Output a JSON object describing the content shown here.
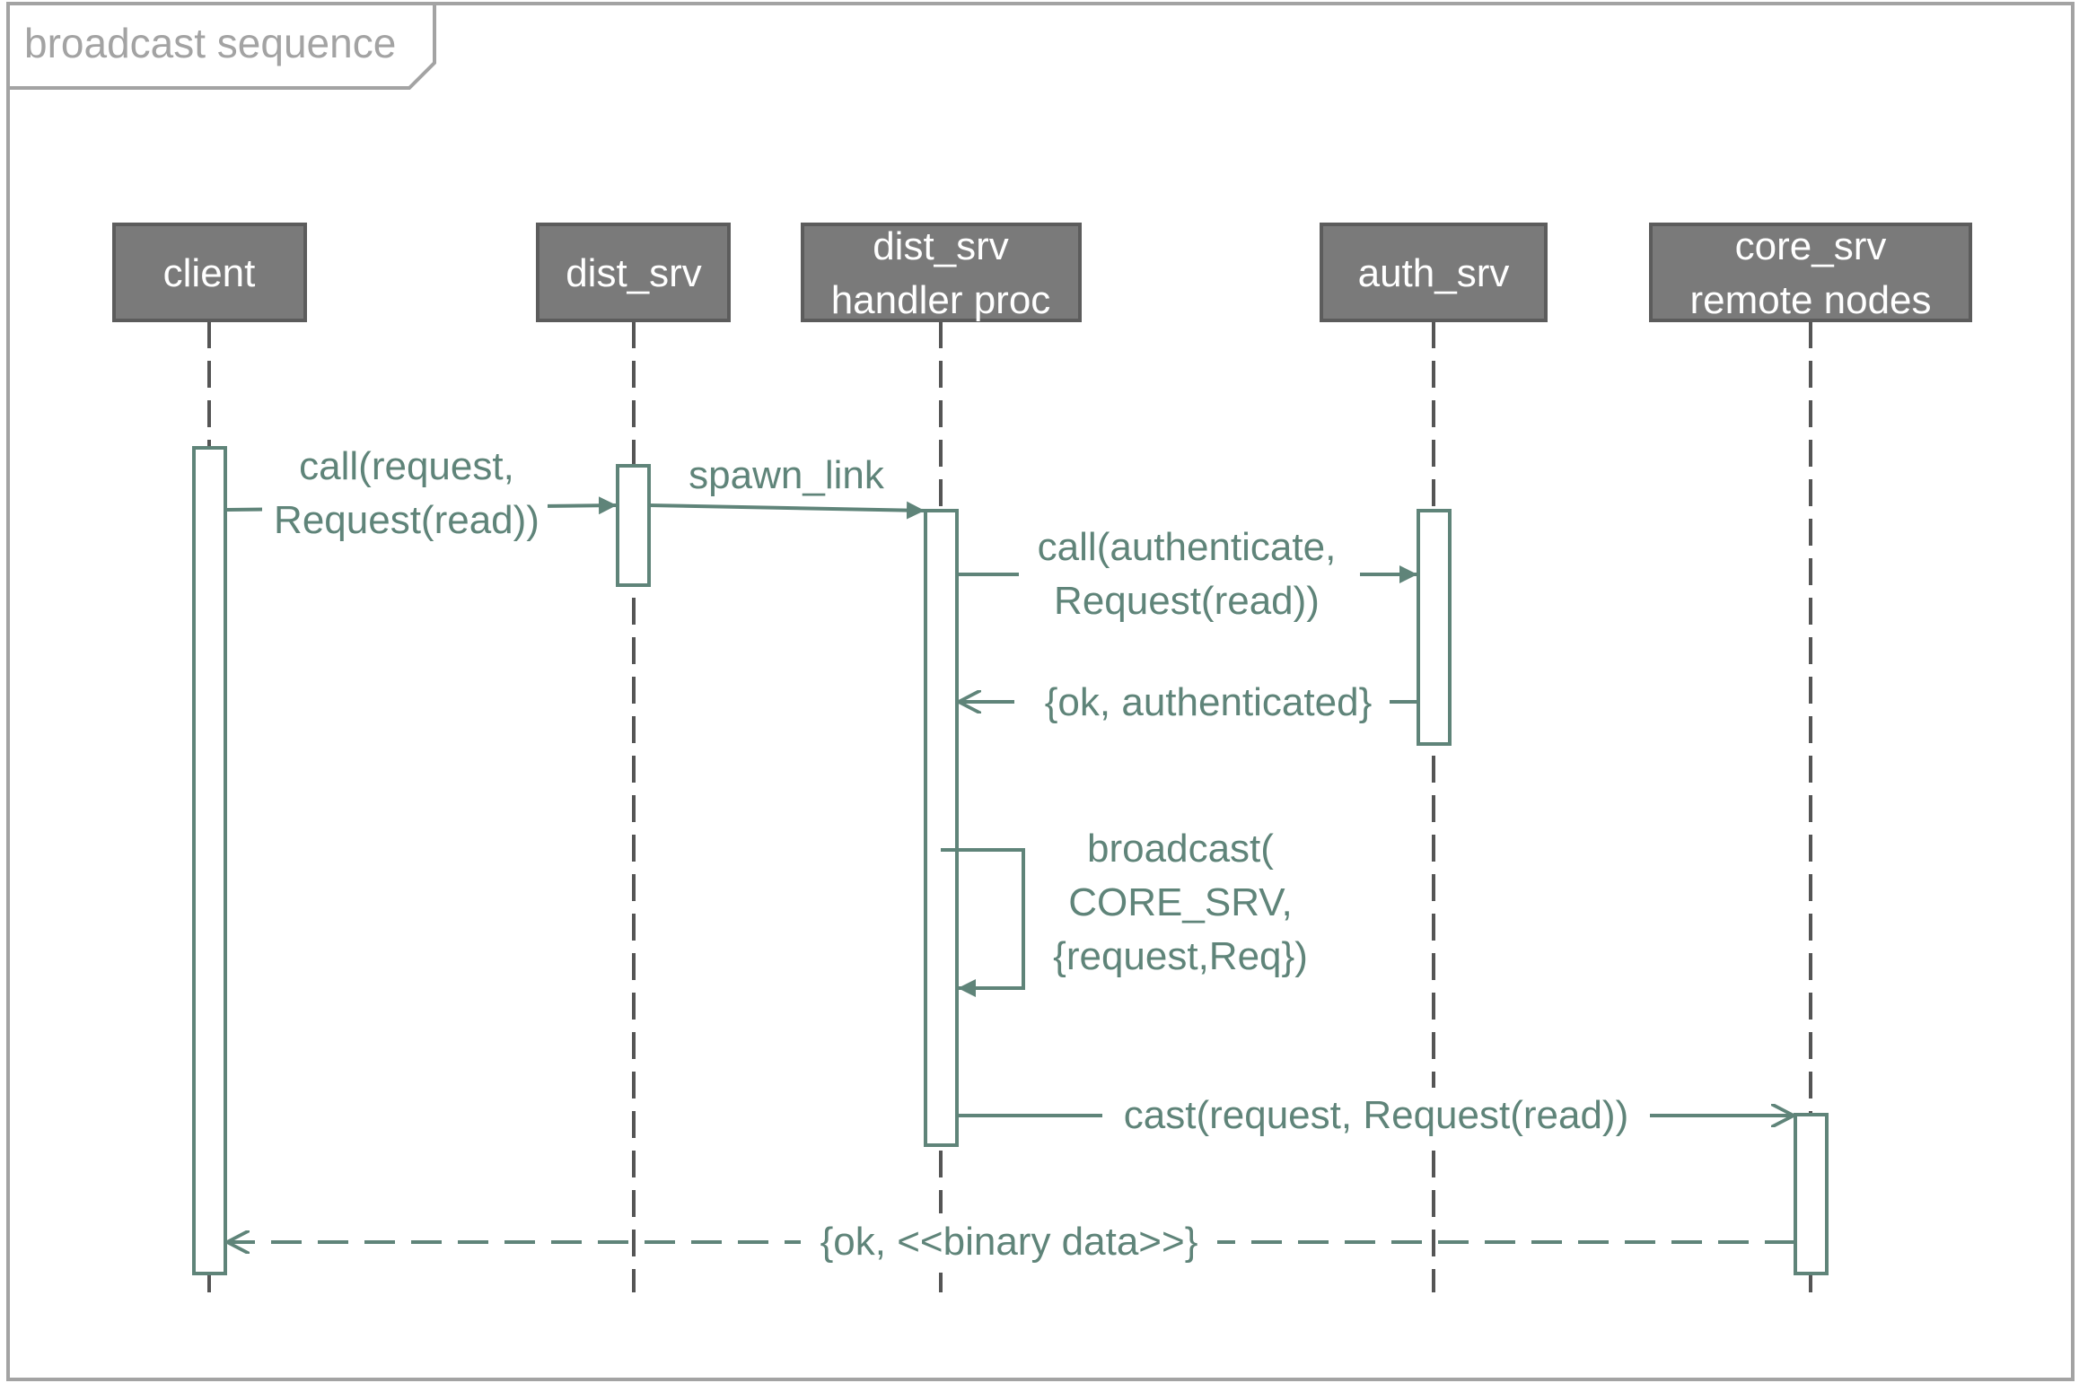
{
  "frame": {
    "title": "broadcast sequence"
  },
  "colors": {
    "frame_border": "#a3a3a3",
    "header_fill": "#7a7a7a",
    "header_border": "#5c5c5c",
    "lifeline": "#555555",
    "message": "#5f8479",
    "label_text": "#5f8479",
    "activation_fill": "#ffffff"
  },
  "lifelines": [
    {
      "id": "client",
      "lines": [
        "client"
      ]
    },
    {
      "id": "dist_srv",
      "lines": [
        "dist_srv"
      ]
    },
    {
      "id": "handler",
      "lines": [
        "dist_srv",
        "handler proc"
      ]
    },
    {
      "id": "auth_srv",
      "lines": [
        "auth_srv"
      ]
    },
    {
      "id": "core_srv",
      "lines": [
        "core_srv",
        "remote nodes"
      ]
    }
  ],
  "messages": [
    {
      "id": "call-request",
      "from": "client",
      "to": "dist_srv",
      "kind": "sync",
      "lines": [
        "call(request,",
        "Request(read))"
      ]
    },
    {
      "id": "spawn-link",
      "from": "dist_srv",
      "to": "handler",
      "kind": "sync",
      "lines": [
        "spawn_link"
      ]
    },
    {
      "id": "call-authenticate",
      "from": "handler",
      "to": "auth_srv",
      "kind": "sync",
      "lines": [
        "call(authenticate,",
        "Request(read))"
      ]
    },
    {
      "id": "ok-authenticated",
      "from": "auth_srv",
      "to": "handler",
      "kind": "reply-open",
      "lines": [
        "{ok, authenticated}"
      ]
    },
    {
      "id": "broadcast",
      "from": "handler",
      "to": "handler",
      "kind": "self",
      "lines": [
        "broadcast(",
        "CORE_SRV,",
        "{request,Req})"
      ]
    },
    {
      "id": "cast-request",
      "from": "handler",
      "to": "core_srv",
      "kind": "async",
      "lines": [
        "cast(request, Request(read))"
      ]
    },
    {
      "id": "ok-binary-data",
      "from": "core_srv",
      "to": "client",
      "kind": "return-dashed",
      "lines": [
        "{ok, <<binary data>>}"
      ]
    }
  ]
}
